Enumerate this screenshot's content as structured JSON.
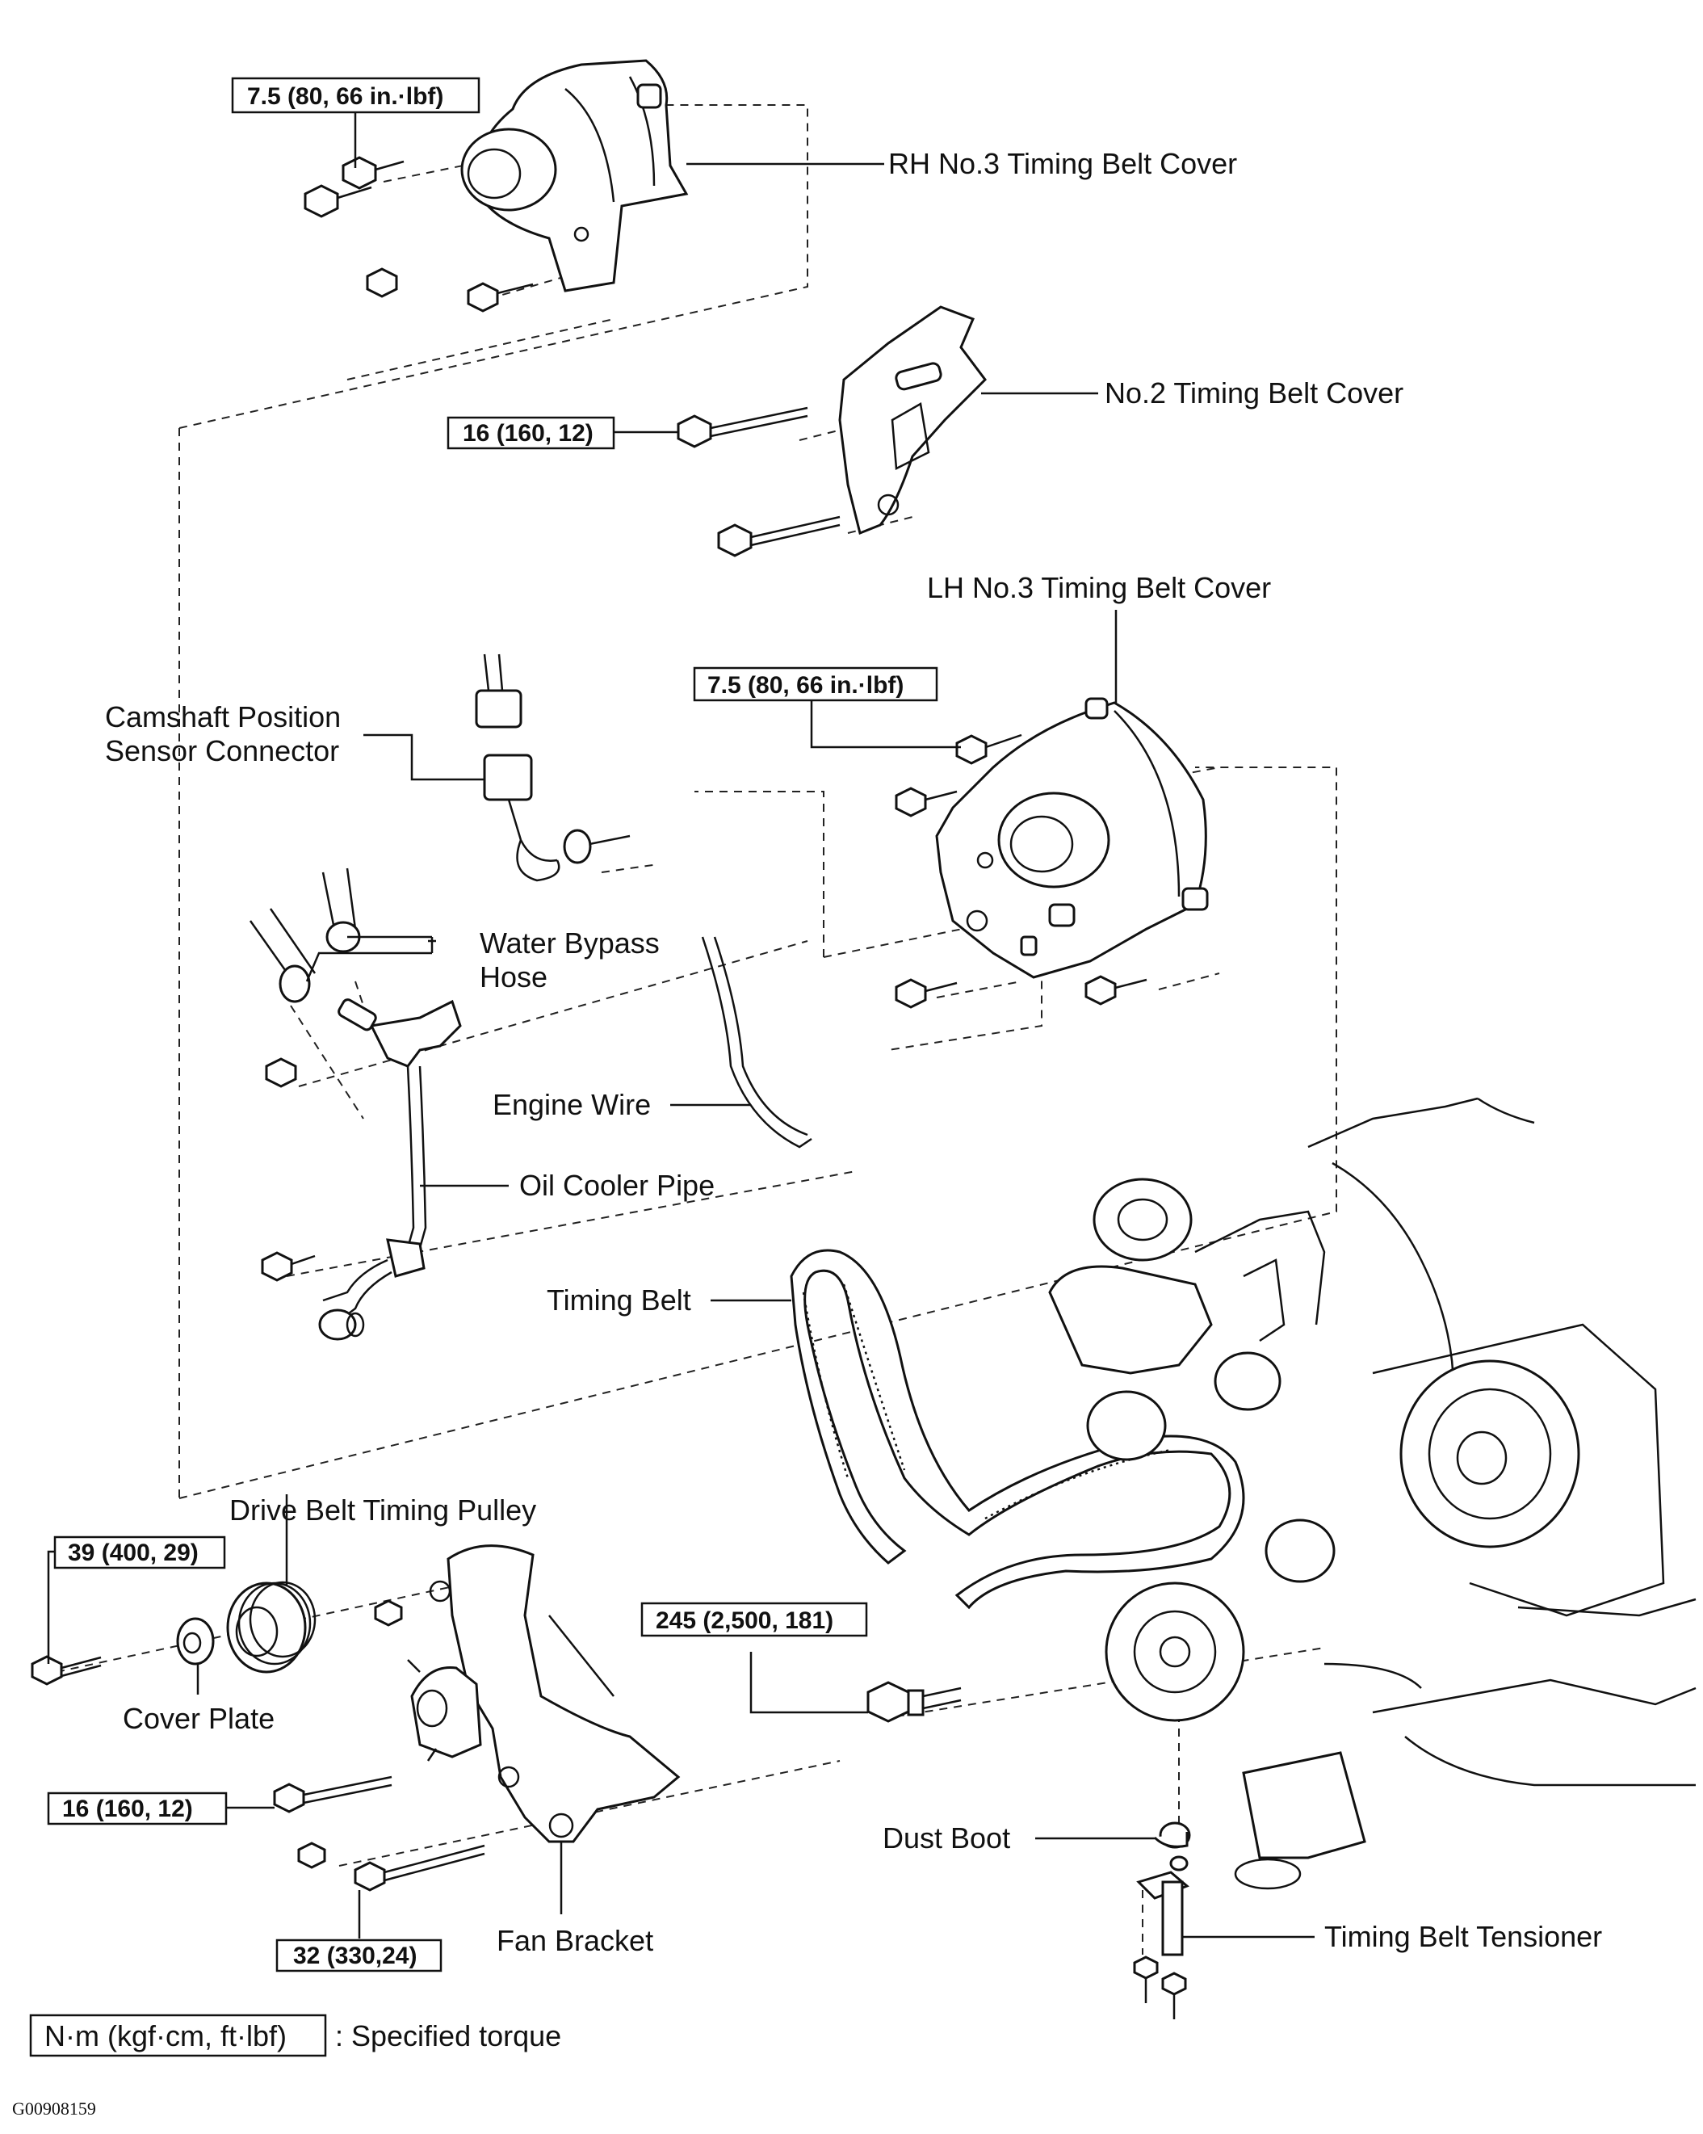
{
  "labels": {
    "rh_cover": "RH No.3 Timing Belt Cover",
    "no2_cover": "No.2 Timing Belt Cover",
    "lh_cover": "LH No.3 Timing Belt Cover",
    "cam_sensor_line1": "Camshaft Position",
    "cam_sensor_line2": "Sensor Connector",
    "water_bypass_line1": "Water Bypass",
    "water_bypass_line2": "Hose",
    "engine_wire": "Engine Wire",
    "oil_cooler_pipe": "Oil Cooler Pipe",
    "timing_belt": "Timing Belt",
    "drive_belt_pulley": "Drive Belt Timing Pulley",
    "cover_plate": "Cover Plate",
    "dust_boot": "Dust Boot",
    "fan_bracket": "Fan Bracket",
    "tensioner": "Timing Belt Tensioner"
  },
  "torque": {
    "rh_cover_bolt": "7.5 (80, 66 in.·lbf)",
    "no2_cover_bolt": "16 (160, 12)",
    "lh_cover_bolt": "7.5 (80, 66 in.·lbf)",
    "pulley_bolt": "39 (400, 29)",
    "crank_bolt": "245 (2,500, 181)",
    "fan_bracket_bolt": "16 (160, 12)",
    "fan_bracket_bolt2": "32 (330,24)"
  },
  "legend": {
    "unit_box": "N·m (kgf·cm, ft·lbf)",
    "unit_text": ": Specified torque"
  },
  "figure_code": "G00908159"
}
